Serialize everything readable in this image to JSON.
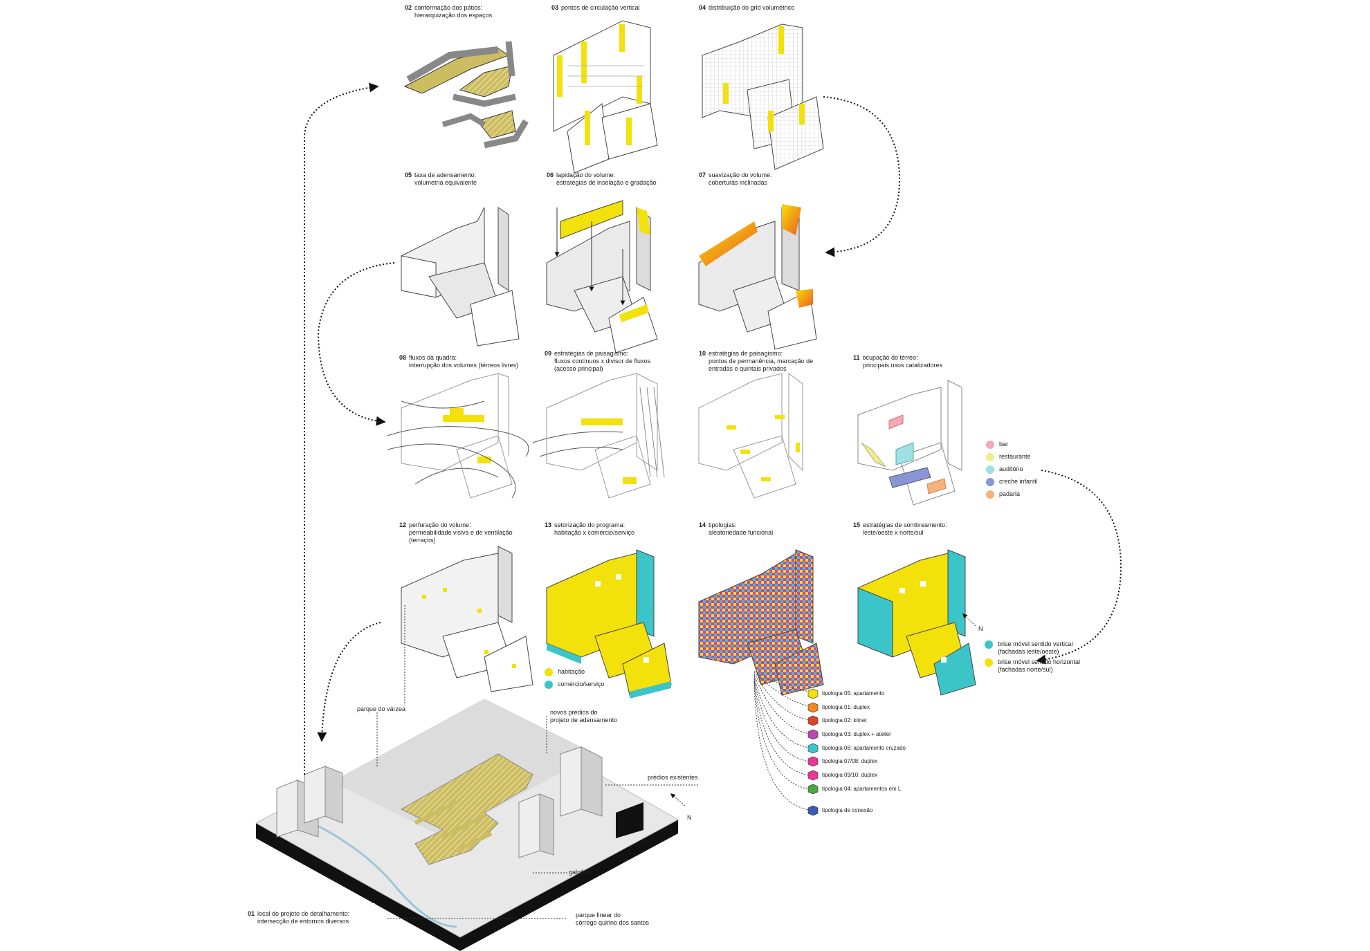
{
  "colors": {
    "yellow": "#f2e10a",
    "cyan": "#3cc5c9",
    "orange": "#f4a12a",
    "olive": "#cdbd62",
    "grey": "#d9d9d9",
    "black": "#111111"
  },
  "steps": [
    {
      "num": "02",
      "lines": [
        "conformação dos pátios:",
        "hierarquização dos espaços"
      ]
    },
    {
      "num": "03",
      "lines": [
        "pontos de circulação vertical"
      ]
    },
    {
      "num": "04",
      "lines": [
        "distribuição do grid volumétrico"
      ]
    },
    {
      "num": "05",
      "lines": [
        "taxa de adensamento:",
        "volumetria equivalente"
      ]
    },
    {
      "num": "06",
      "lines": [
        "lapidação do volume:",
        "estratégias de insolação e gradação"
      ]
    },
    {
      "num": "07",
      "lines": [
        "suavização do volume:",
        "coberturas inclinadas"
      ]
    },
    {
      "num": "08",
      "lines": [
        "fluxos da quadra:",
        "interrupção dos volumes (térreos livres)"
      ]
    },
    {
      "num": "09",
      "lines": [
        "estratégias de paisagismo:",
        "fluxos contínuos x divisor de fluxos",
        "(acesso principal)"
      ]
    },
    {
      "num": "10",
      "lines": [
        "estratégias de paisagismo:",
        "pontos de permanência, marcação de",
        "entradas e quintais privados"
      ]
    },
    {
      "num": "11",
      "lines": [
        "ocupação do térreo:",
        "principais usos catalizadores"
      ]
    },
    {
      "num": "12",
      "lines": [
        "perfuração do volume:",
        "permeabilidade visiva e de ventilação",
        "(terraços)"
      ]
    },
    {
      "num": "13",
      "lines": [
        "setorização do programa:",
        "habitação x comércio/serviço"
      ]
    },
    {
      "num": "14",
      "lines": [
        "tipologias:",
        "aleatoriedade funcional"
      ]
    },
    {
      "num": "15",
      "lines": [
        "estratégias de sombreamento:",
        "leste/oeste x norte/sul"
      ]
    },
    {
      "num": "01",
      "lines": [
        "local do projeto de detalhamento:",
        "intersecção de entornos diversos"
      ]
    }
  ],
  "legend_ground_floor": [
    {
      "label": "bar",
      "color": "#f5a9b4"
    },
    {
      "label": "restaurante",
      "color": "#f3ec8c"
    },
    {
      "label": "auditório",
      "color": "#9fe0e4"
    },
    {
      "label": "creche infantil",
      "color": "#8a95d6"
    },
    {
      "label": "padaria",
      "color": "#f6b27a"
    }
  ],
  "legend_program": [
    {
      "label": "habitação",
      "color": "#f2e10a"
    },
    {
      "label": "comércio/serviço",
      "color": "#3cc5c9"
    }
  ],
  "legend_shading": [
    {
      "lines": [
        "brise móvel sentido vertical",
        "(fachadas leste/oeste)"
      ],
      "color": "#3cc5c9"
    },
    {
      "lines": [
        "brise móvel sentido horizontal",
        "(fachadas norte/sul)"
      ],
      "color": "#f2e10a"
    }
  ],
  "typologies": [
    {
      "label": "tipologia 05: apartamento",
      "color": "#f2e10a"
    },
    {
      "label": "tipologia 01: duplex",
      "color": "#f08a1c"
    },
    {
      "label": "tipologia 02: kitnet",
      "color": "#d6452c"
    },
    {
      "label": "tipologia 03: duplex + atelier",
      "color": "#b24ab0"
    },
    {
      "label": "tipologia 06: apartamento cruzado",
      "color": "#3cc5c9"
    },
    {
      "label": "tipologia 07/08: duplex",
      "color": "#e8389a"
    },
    {
      "label": "tipologia 09/10: duplex",
      "color": "#e8389a"
    },
    {
      "label": "tipologia 04: apartamentos em L",
      "color": "#4aa83e"
    },
    {
      "label": "tipologia de conexão",
      "color": "#3b5bb8"
    }
  ],
  "site_labels": {
    "varzea": "parque do várzea",
    "novos": [
      "novos prédios do",
      "projeto de adensamento"
    ],
    "existentes": "prédios existentes",
    "galpoes": "galpões",
    "parque_linear": [
      "parque linear do",
      "córrego quirino dos santos"
    ],
    "north": "N"
  },
  "north_label": "N"
}
